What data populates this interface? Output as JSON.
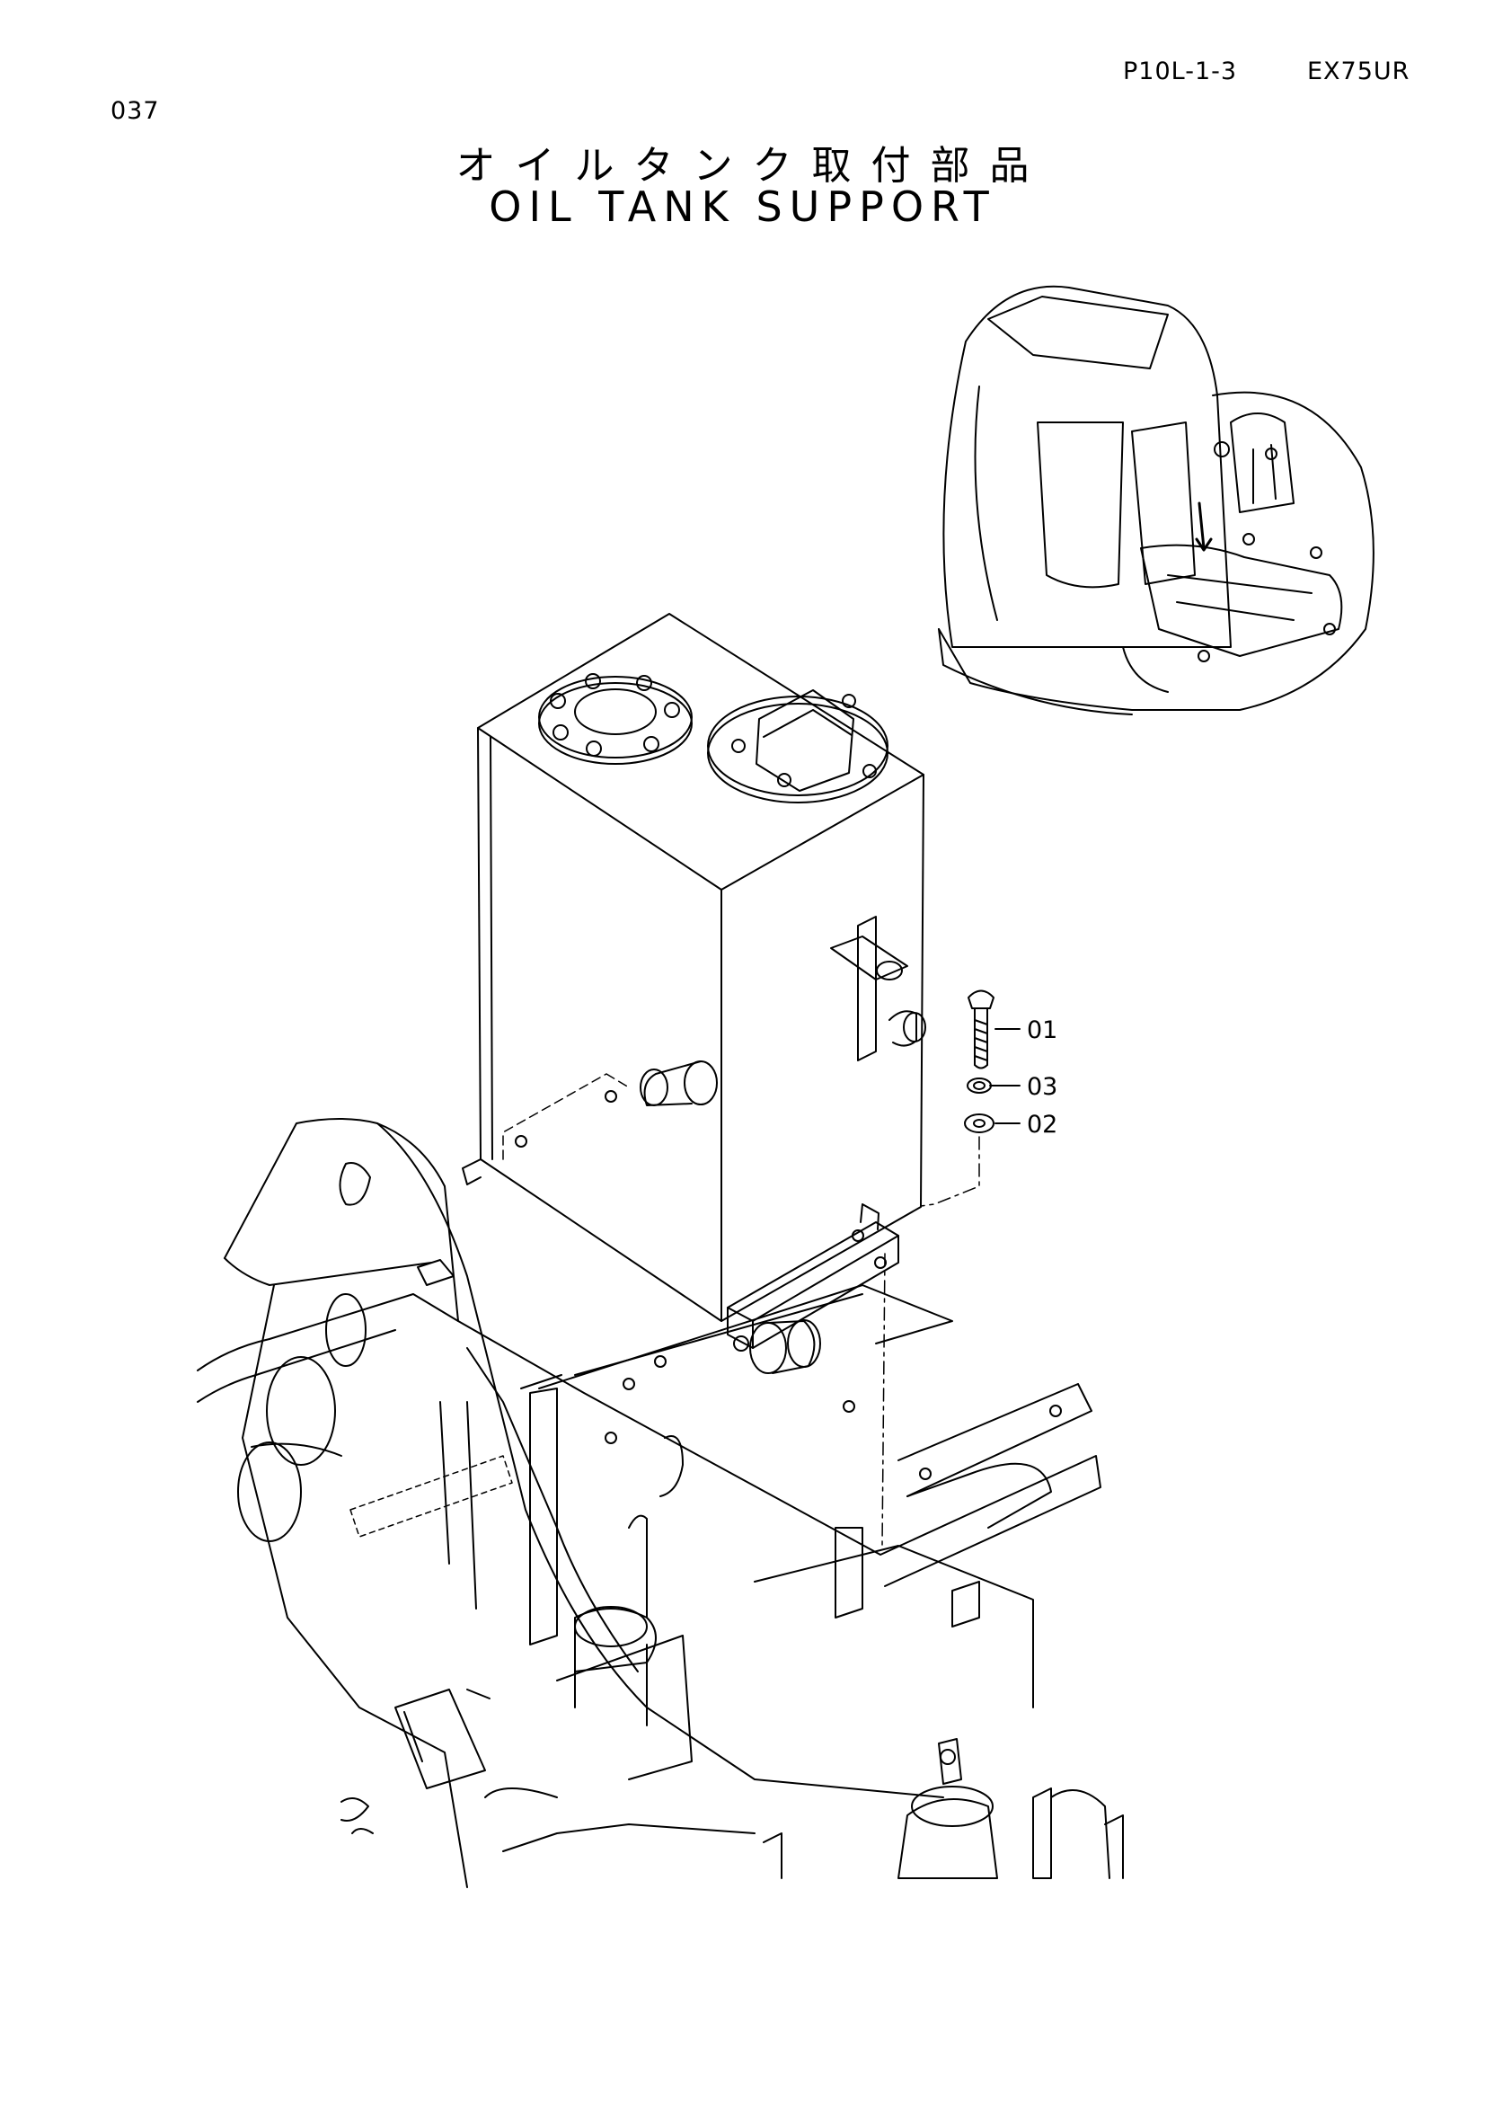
{
  "header": {
    "page_number": "037",
    "doc_code": "P10L-1-3",
    "model": "EX75UR"
  },
  "title": {
    "japanese": "オイルタンク取付部品",
    "english": "OIL TANK SUPPORT"
  },
  "callouts": [
    {
      "ref": "01",
      "part": "bolt"
    },
    {
      "ref": "03",
      "part": "spring-washer"
    },
    {
      "ref": "02",
      "part": "washer"
    }
  ]
}
